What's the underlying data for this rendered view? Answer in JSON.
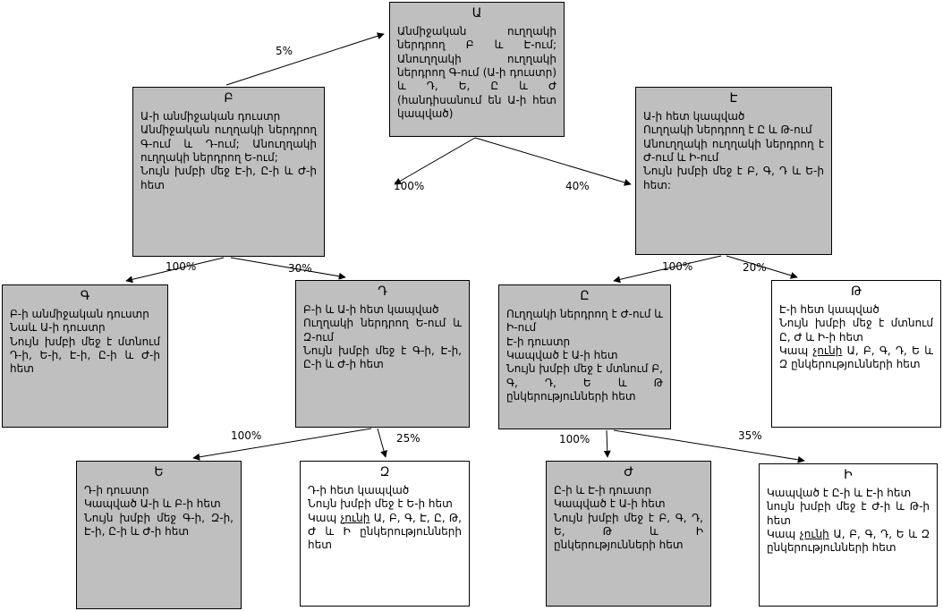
{
  "colors": {
    "node_gray": "#bfbfbf",
    "node_white": "#ffffff",
    "border": "#000000",
    "background": "#ffffff"
  },
  "nodes": {
    "a": {
      "title": "Ա",
      "body": "Անմիջական ուղղակի ներդրող Բ և Է-ում; Անուղղակի ուղղակի ներդրող Գ-ում (Ա-ի դուստր) և Դ, Ե, Ը և Ժ (հանդիսանում են Ա-ի հետ կապված)"
    },
    "b": {
      "title": "Բ",
      "body": "Ա-ի անմիջական դուստր\nԱնմիջական ուղղակի ներդրող Գ-ում և Դ-ում; Անուղղակի ուղղակի ներդրող Ե-ում;\nՆույն խմբի մեջ Է-ի, Ը-ի և Ժ-ի հետ"
    },
    "e7": {
      "title": "Է",
      "body": "Ա-ի հետ կապված\nՈւղղակի ներդրող է Ը և Թ-ում\nԱնուղղակի ուղղակի ներդրող է Ժ-ում և Ի-ում\nՆույն խմբի մեջ է Բ, Գ, Դ և Ե-ի հետ:"
    },
    "g": {
      "title": "Գ",
      "body": "Բ-ի անմիջական դուստր\nՆաև Ա-ի դուստր\nՆույն խմբի մեջ է մտնում Դ-ի, Ե-ի, Է-ի, Ը-ի և Ժ-ի հետ"
    },
    "d": {
      "title": "Դ",
      "body": "Բ-ի և Ա-ի հետ կապված\nՈւղղակի ներդրող Ե-ում և Զ-ում\nՆույն խմբի մեջ է Գ-ի, Է-ի, Ը-ի և Ժ-ի հետ"
    },
    "y8": {
      "title": "Ը",
      "body": "Ուղղակի ներդրող է Ժ-ում և Ի-ում\nԷ-ի դուստր\nԿապված է Ա-ի հետ\nՆույն խմբի մեջ է մտնում Բ, Գ, Դ, Ե և Թ ընկերությունների հետ"
    },
    "t9": {
      "title": "Թ",
      "pre": "Է-ի հետ կապված\nՆույն խմբի մեջ է մտնում Ը, Ժ և Ի-ի հետ\nԿապ ",
      "underline": "չունի",
      "post": " Ա, Բ, Գ, Դ, Ե և Զ ընկերությունների հետ"
    },
    "e5": {
      "title": "Ե",
      "body": "Դ-ի դուստր\nԿապված Ա-ի և Բ-ի հետ\nՆույն խմբի մեջ Գ-ի, Զ-ի, Է-ի, Ը-ի և Ժ-ի հետ"
    },
    "z6": {
      "title": "Զ",
      "pre": "Դ-ի հետ կապված\nՆույն խմբի մեջ է Ե-ի հետ\nԿապ ",
      "underline": "չունի",
      "post": " Ա, Բ, Գ, Է, Ը, Թ, Ժ և Ի ընկերությունների հետ"
    },
    "j10": {
      "title": "Ժ",
      "body": "Ը-ի և Է-ի դուստր\nԿապված է Ա-ի հետ\nՆույն խմբի մեջ է Բ, Գ, Դ, Ե, Թ և Ի ընկերությունների հետ"
    },
    "i11": {
      "title": "Ի",
      "pre": "Կապված է Ը-ի և Է-ի հետ\nնույն խմբի մեջ է Ժ-ի և Թ-ի հետ\nԿապ ",
      "underline": "չունի",
      "post": " Ա, Բ, Գ, Դ, Ե և Զ ընկերությունների հետ"
    }
  },
  "edges": [
    {
      "from": "Բ",
      "to": "Ա",
      "label": "5%"
    },
    {
      "from": "Ա",
      "to": "Բ",
      "label": "100%"
    },
    {
      "from": "Ա",
      "to": "Է",
      "label": "40%"
    },
    {
      "from": "Բ",
      "to": "Գ",
      "label": "100%"
    },
    {
      "from": "Բ",
      "to": "Դ",
      "label": "30%"
    },
    {
      "from": "Է",
      "to": "Ը",
      "label": "100%"
    },
    {
      "from": "Է",
      "to": "Թ",
      "label": "20%"
    },
    {
      "from": "Դ",
      "to": "Ե",
      "label": "100%"
    },
    {
      "from": "Դ",
      "to": "Զ",
      "label": "25%"
    },
    {
      "from": "Ը",
      "to": "Ժ",
      "label": "100%"
    },
    {
      "from": "Ը",
      "to": "Ի",
      "label": "35%"
    }
  ]
}
